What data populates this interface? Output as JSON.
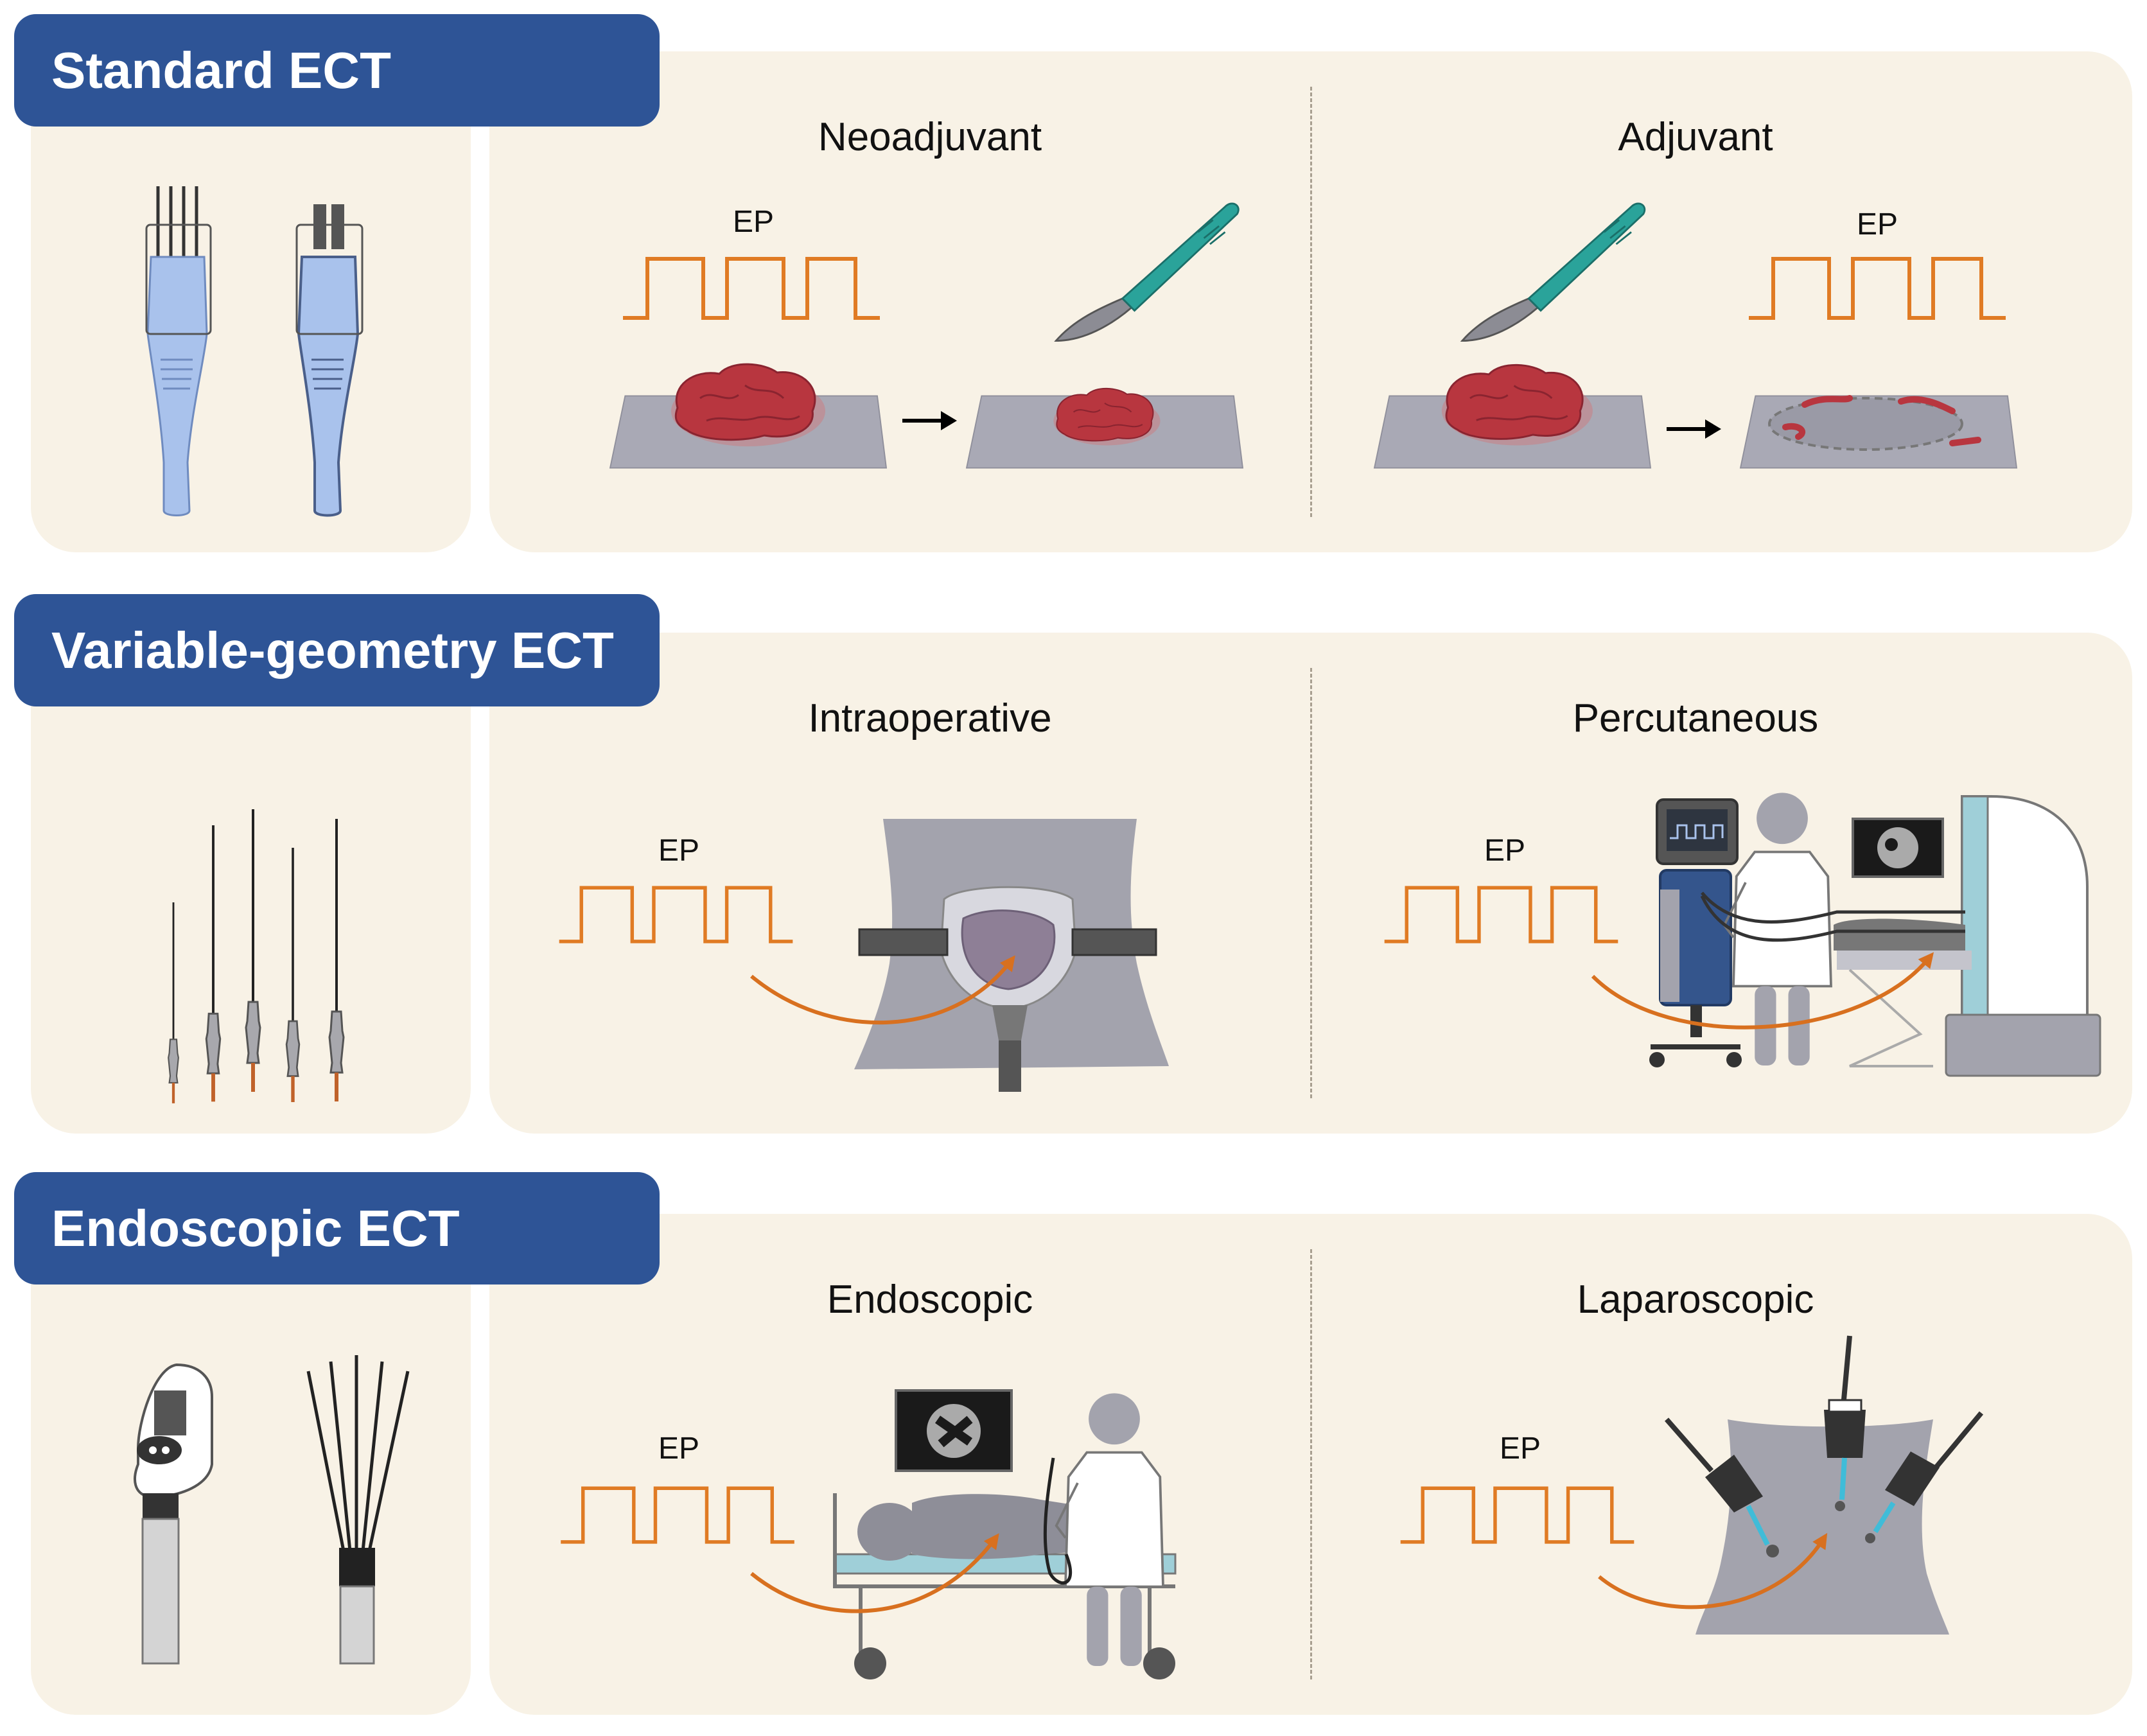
{
  "colors": {
    "tab_blue": "#2e5496",
    "panel_beige": "#f8f2e6",
    "pulse_orange": "#e07b24",
    "tumor_red": "#b8363f",
    "scalpel_teal": "#2aa39a",
    "electrode_blue": "#a9c2ec",
    "drape_gray": "#a3a3ad"
  },
  "sections": [
    {
      "title": "Standard ECT",
      "left": {
        "label": "Neoadjuvant",
        "pulse_label": "EP"
      },
      "right": {
        "label": "Adjuvant",
        "pulse_label": "EP"
      },
      "icons": [
        "needle-electrode-icon",
        "plate-electrode-icon",
        "tumor-icon",
        "scalpel-icon",
        "arrow-right-icon"
      ]
    },
    {
      "title": "Variable-geometry ECT",
      "left": {
        "label": "Intraoperative",
        "pulse_label": "EP"
      },
      "right": {
        "label": "Percutaneous",
        "pulse_label": "EP"
      },
      "icons": [
        "long-needle-electrodes-icon",
        "open-abdomen-icon",
        "ct-scanner-icon",
        "doctor-icon",
        "generator-icon"
      ]
    },
    {
      "title": "Endoscopic ECT",
      "left": {
        "label": "Endoscopic",
        "pulse_label": "EP"
      },
      "right": {
        "label": "Laparoscopic",
        "pulse_label": "EP"
      },
      "icons": [
        "endoscopic-electrode-icon",
        "expandable-electrode-icon",
        "endoscopy-monitor-icon",
        "patient-bed-icon",
        "laparoscopic-ports-icon"
      ]
    }
  ]
}
